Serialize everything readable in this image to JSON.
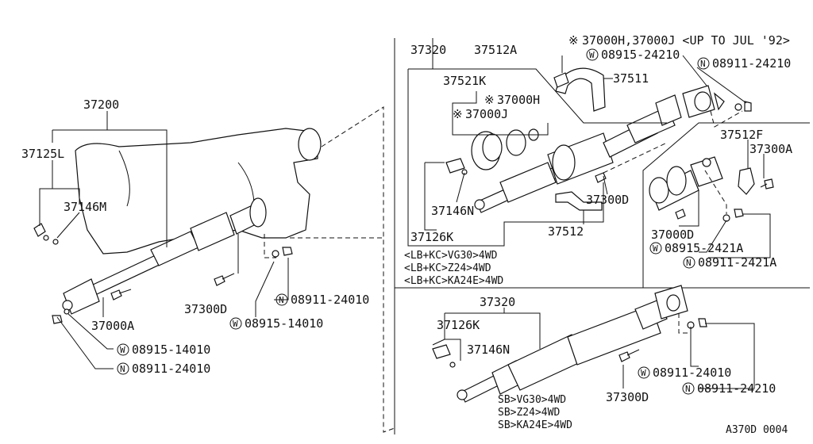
{
  "left": {
    "p37200": "37200",
    "p37125L": "37125L",
    "p37146M": "37146M",
    "p37300D": "37300D",
    "p37000A": "37000A",
    "w1": "08915-14010",
    "n1": "08911-24010",
    "w2": "08915-14010",
    "n2": "08911-24010"
  },
  "topright": {
    "p37320": "37320",
    "p37512A": "37512A",
    "note1": "37000H,37000J <UP TO JUL '92>",
    "w": "08915-24210",
    "n": "08911-24210",
    "p37521K": "37521K",
    "p37511": "37511",
    "p37000H": "37000H",
    "p37000J": "37000J",
    "p37146N": "37146N",
    "p37300D": "37300D",
    "p37126K": "37126K",
    "p37512": "37512",
    "cond1": "<LB+KC>VG30>4WD",
    "cond2": "<LB+KC>Z24>4WD",
    "cond3": "<LB+KC>KA24E>4WD"
  },
  "inset": {
    "p37512F": "37512F",
    "p37300A": "37300A",
    "p37000D": "37000D",
    "w": "08915-2421A",
    "n": "08911-2421A"
  },
  "bottom": {
    "p37320": "37320",
    "p37126K": "37126K",
    "p37146N": "37146N",
    "w": "08911-24010",
    "n": "08911-24210",
    "p37300D": "37300D",
    "cond1": "SB>VG30>4WD",
    "cond2": "SB>Z24>4WD",
    "cond3": "SB>KA24E>4WD"
  },
  "symbols": {
    "w": "W",
    "n": "N",
    "star": "※"
  },
  "code": "A370D 0004"
}
